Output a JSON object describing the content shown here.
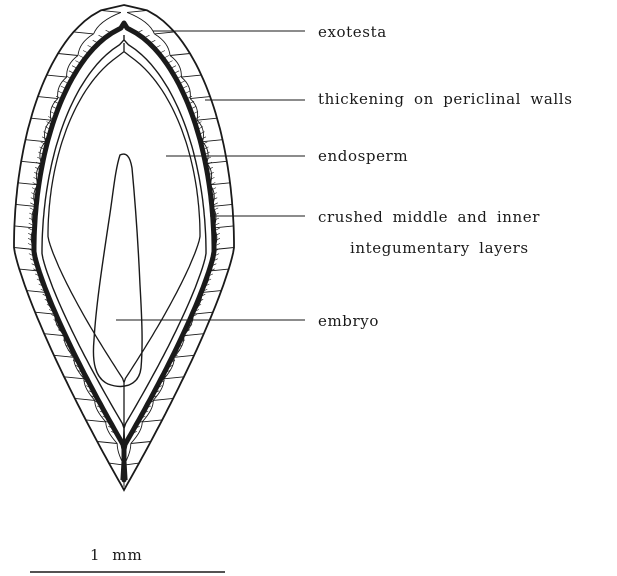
{
  "labels": {
    "exotesta": "exotesta",
    "thickening": "thickening on periclinal walls",
    "endosperm": "endosperm",
    "crushed_line1": "crushed middle and inner",
    "crushed_line2": "integumentary layers",
    "embryo": "embryo"
  },
  "scale_bar": {
    "label": "1 mm"
  },
  "colors": {
    "ink": "#1a1a1a",
    "background": "#ffffff"
  }
}
